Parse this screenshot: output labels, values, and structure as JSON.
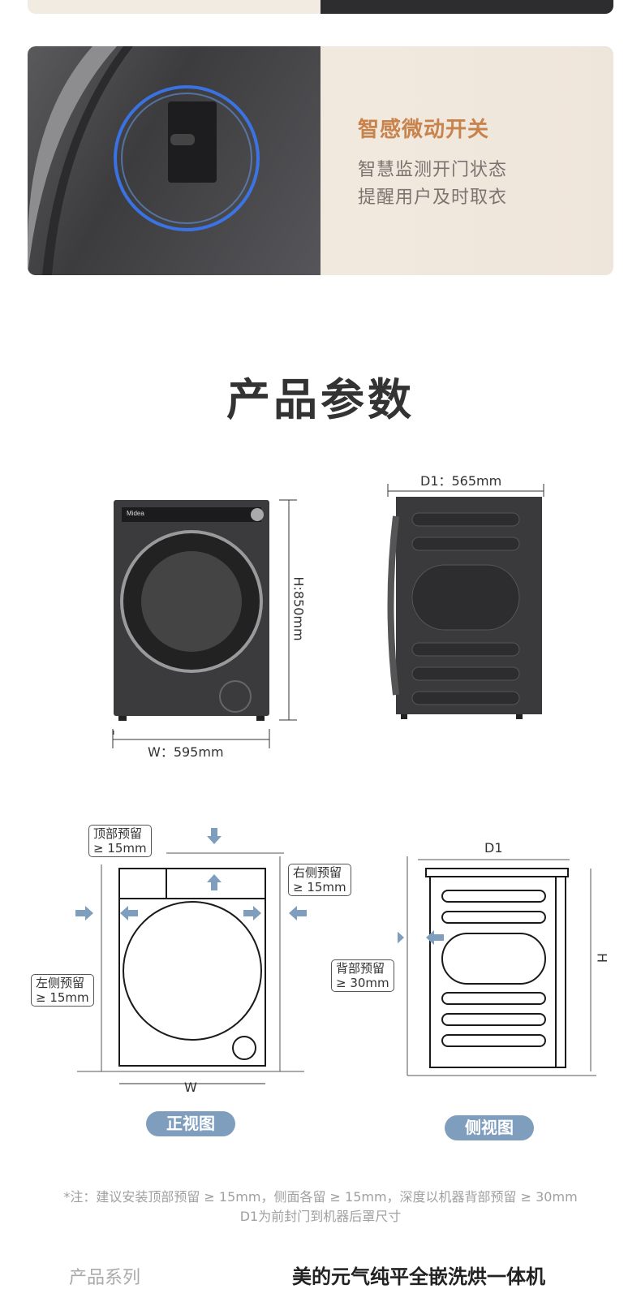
{
  "feature": {
    "title": "智感微动开关",
    "lines": [
      "智慧监测开门状态",
      "提醒用户及时取衣"
    ]
  },
  "section_title": "产品参数",
  "dimensions": {
    "height": "H:850mm",
    "width": "W：595mm",
    "depth": "D1：565mm",
    "brand": "Midea"
  },
  "install": {
    "top": [
      "顶部预留",
      "≥ 15mm"
    ],
    "right": [
      "右侧预留",
      "≥ 15mm"
    ],
    "left": [
      "左侧预留",
      "≥ 15mm"
    ],
    "back": [
      "背部预留",
      "≥ 30mm"
    ],
    "w_label": "W",
    "d1_label": "D1",
    "h_label": "H",
    "front_view": "正视图",
    "side_view": "侧视图"
  },
  "notes": [
    "*注：建议安装顶部预留 ≥ 15mm，侧面各留 ≥ 15mm，深度以机器背部预留 ≥ 30mm",
    "D1为前封门到机器后罩尺寸"
  ],
  "spec_row": {
    "label": "产品系列",
    "value": "美的元气纯平全嵌洗烘一体机"
  },
  "colors": {
    "accent": "#c8834c",
    "pill": "#7f9dbd",
    "arrow": "#7f9dbd"
  }
}
